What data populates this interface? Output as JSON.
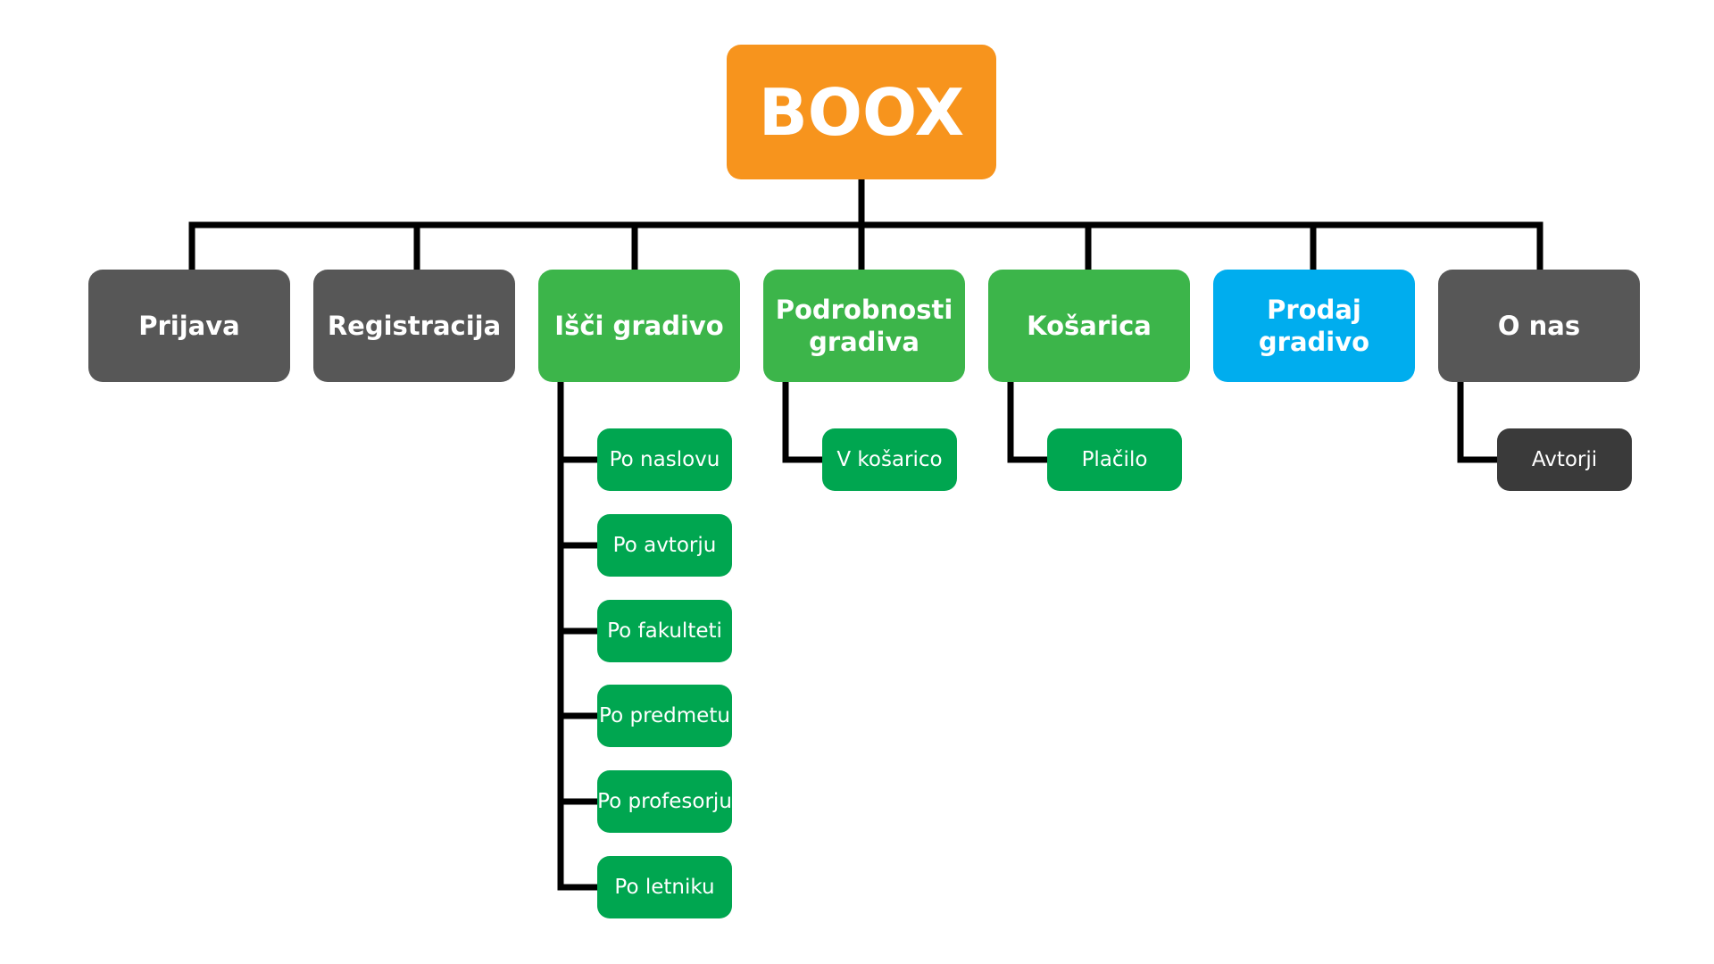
{
  "root": {
    "label": "BOOX",
    "color": "#f7941d"
  },
  "sections": [
    {
      "label": "Prijava",
      "color": "#575757"
    },
    {
      "label": "Registracija",
      "color": "#575757"
    },
    {
      "label": "Išči gradivo",
      "color": "#3cb54a",
      "children": [
        "Po naslovu",
        "Po avtorju",
        "Po fakulteti",
        "Po predmetu",
        "Po profesorju",
        "Po letniku"
      ]
    },
    {
      "label": "Podrobnosti gradiva",
      "color": "#3cb54a",
      "children": [
        "V košarico"
      ]
    },
    {
      "label": "Košarica",
      "color": "#3cb54a",
      "children": [
        "Plačilo"
      ]
    },
    {
      "label": "Prodaj gradivo",
      "color": "#00adee"
    },
    {
      "label": "O nas",
      "color": "#575757",
      "children": [
        "Avtorji"
      ]
    }
  ],
  "colors": {
    "connector": "#000000",
    "child_green": "#00a650",
    "child_dark": "#3a3a3a"
  }
}
